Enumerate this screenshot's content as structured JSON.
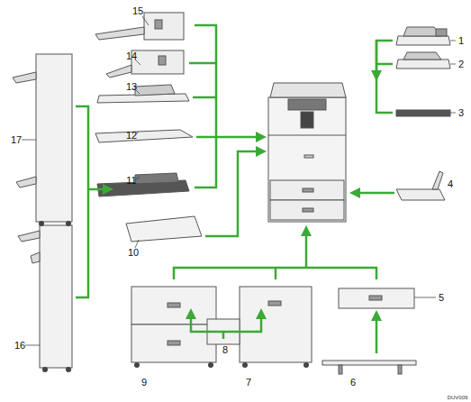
{
  "diagram": {
    "labels": [
      "15",
      "1",
      "14",
      "2",
      "13",
      "3",
      "12",
      "17",
      "11",
      "4",
      "10",
      "5",
      "16",
      "8",
      "9",
      "7",
      "6",
      "DUV009"
    ]
  }
}
